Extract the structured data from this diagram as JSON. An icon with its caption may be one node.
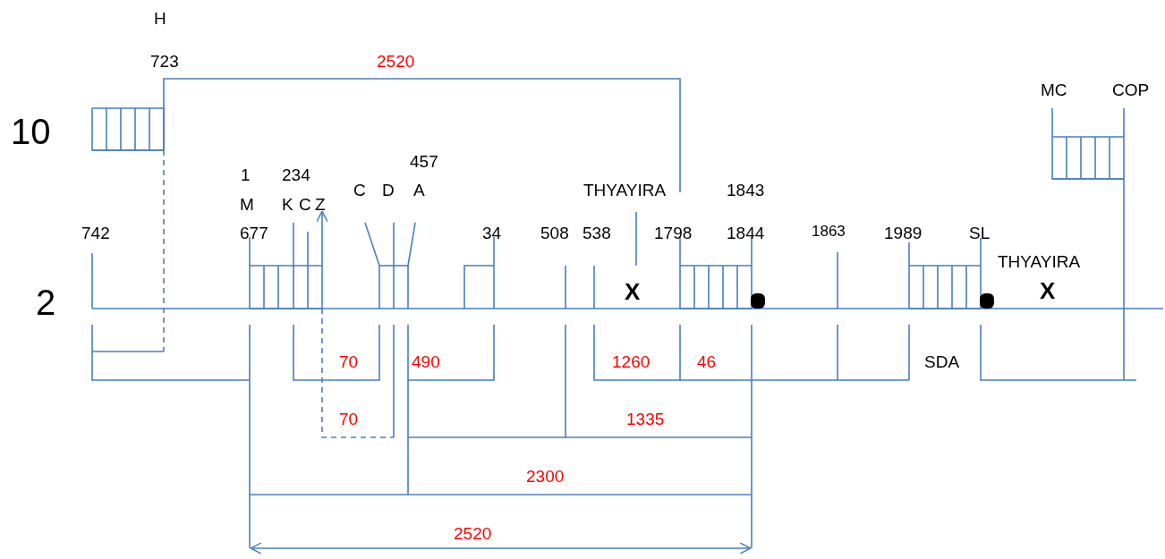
{
  "diagram": {
    "labels": [
      "H",
      "723",
      "2520",
      "MC",
      "COP",
      "10",
      "457",
      "1",
      "234",
      "C",
      "D",
      "A",
      "THYAYIRA",
      "1843",
      "M",
      "K",
      "C",
      "Z",
      "742",
      "677",
      "34",
      "508",
      "538",
      "1798",
      "1844",
      "1863",
      "1989",
      "SL",
      "THYAYIRA",
      "X",
      "X",
      "2",
      "70",
      "490",
      "1260",
      "46",
      "SDA",
      "70",
      "1335",
      "2300",
      "2520"
    ]
  }
}
